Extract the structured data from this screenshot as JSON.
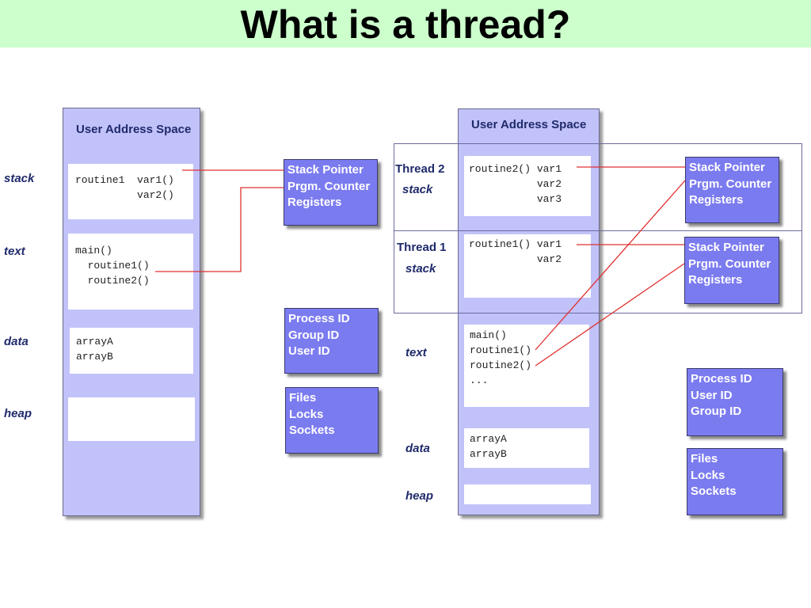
{
  "title": "What is a thread?",
  "single_process": {
    "header": "User Address Space",
    "labels": {
      "stack": "stack",
      "text": "text",
      "data": "data",
      "heap": "heap"
    },
    "stack_code": "routine1  var1()\n          var2()",
    "text_code": "main()\n  routine1()\n  routine2()",
    "data_code": "arrayA\narrayB",
    "registers": [
      "Stack Pointer",
      "Prgm. Counter",
      "Registers"
    ],
    "ids": [
      "Process ID",
      "Group ID",
      "User ID"
    ],
    "resources": [
      "Files",
      "Locks",
      "Sockets"
    ]
  },
  "threaded_process": {
    "header": "User Address Space",
    "thread2": {
      "name": "Thread 2",
      "stack_label": "stack",
      "code": "routine2() var1\n           var2\n           var3"
    },
    "thread1": {
      "name": "Thread 1",
      "stack_label": "stack",
      "code": "routine1() var1\n           var2"
    },
    "labels": {
      "text": "text",
      "data": "data",
      "heap": "heap"
    },
    "text_code": "main()\nroutine1()\nroutine2()\n...",
    "data_code": "arrayA\narrayB",
    "thread2_registers": [
      "Stack Pointer",
      "Prgm. Counter",
      "Registers"
    ],
    "thread1_registers": [
      "Stack Pointer",
      "Prgm. Counter",
      "Registers"
    ],
    "ids": [
      "Process ID",
      "User ID",
      "Group ID"
    ],
    "resources": [
      "Files",
      "Locks",
      "Sockets"
    ]
  },
  "colors": {
    "title_bar": "#ccffcc",
    "address_space": "#c2c2fa",
    "register_box": "#7b7bf0",
    "connector": "#e03030"
  }
}
